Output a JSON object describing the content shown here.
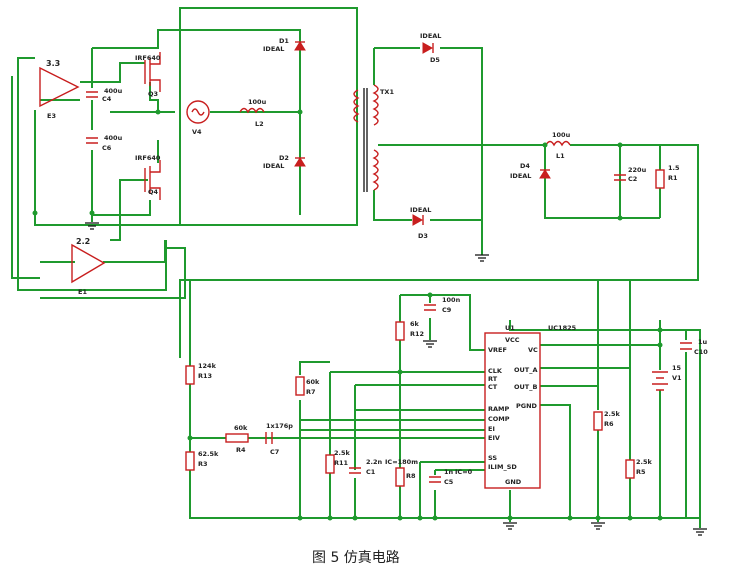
{
  "caption": "图 5 仿真电路",
  "labels": {
    "e3_gain": "3.3",
    "e3_name": "E3",
    "e1_gain": "2.2",
    "e1_name": "E1",
    "q3_part": "IRF640",
    "q3_name": "Q3",
    "q4_part": "IRF640",
    "q4_name": "Q4",
    "c4_val": "400u",
    "c4_name": "C4",
    "c6_val": "400u",
    "c6_name": "C6",
    "v4_name": "V4",
    "l2_val": "100u",
    "l2_name": "L2",
    "d1_name": "D1",
    "d1_type": "IDEAL",
    "d2_name": "D2",
    "d2_type": "IDEAL",
    "tx1_name": "TX1",
    "d5_type": "IDEAL",
    "d5_name": "D5",
    "d3_type": "IDEAL",
    "d3_name": "D3",
    "d4_name": "D4",
    "d4_type": "IDEAL",
    "l1_val": "100u",
    "l1_name": "L1",
    "c2_val": "220u",
    "c2_name": "C2",
    "r1_val": "1.5",
    "r1_name": "R1",
    "u1_name": "U1",
    "u1_part": "UC1825",
    "pin_vcc": "VCC",
    "pin_vref": "VREF",
    "pin_vc": "VC",
    "pin_clk": "CLK",
    "pin_rt": "RT",
    "pin_ct": "CT",
    "pin_out_a": "OUT_A",
    "pin_out_b": "OUT_B",
    "pin_ramp": "RAMP",
    "pin_comp": "COMP",
    "pin_ei": "EI",
    "pin_einv": "EIV",
    "pin_pgnd": "PGND",
    "pin_ss": "SS",
    "pin_ilim": "ILIM_SD",
    "pin_gnd": "GND",
    "c9_val": "100n",
    "c9_name": "C9",
    "r12_val": "6k",
    "r12_name": "R12",
    "r13_val": "124k",
    "r13_name": "R13",
    "r7_val": "60k",
    "r7_name": "R7",
    "r4_val": "60k",
    "r4_name": "R4",
    "c7_val": "1x176p",
    "c7_name": "C7",
    "r3_val": "62.5k",
    "r3_name": "R3",
    "r11_val": "2.5k",
    "r11_name": "R11",
    "c1_val": "2.2n",
    "c1_name": "C1",
    "ic_text": "IC=180m",
    "r8_name": "R8",
    "c5_val": "1n",
    "c5_ic": "IC=0",
    "c5_name": "C5",
    "r6_val": "2.5k",
    "r6_name": "R6",
    "r5_val": "2.5k",
    "r5_name": "R5",
    "v1_val": "15",
    "v1_name": "V1",
    "c10_val": "1u",
    "c10_name": "C10"
  }
}
